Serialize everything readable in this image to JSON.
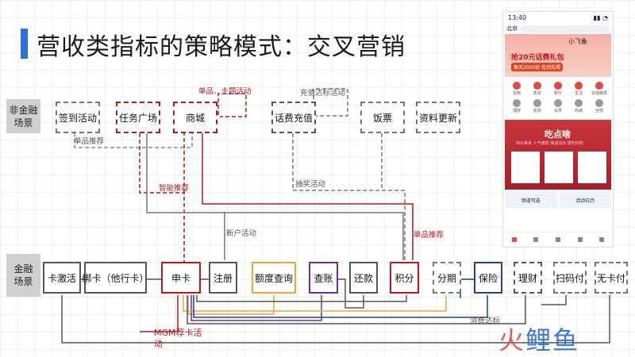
{
  "title": "营收类指标的策略模式：交叉营销",
  "side_labels": {
    "non_finance": "非金融\n场景",
    "finance": "金融\n场景"
  },
  "top_nodes": {
    "sign_in": "签到活动",
    "task_square": "任务广场",
    "mall": "商城",
    "phone_recharge": "话费充值",
    "movie_ticket": "饭票",
    "profile_update": "资料更新"
  },
  "bottom_nodes": {
    "activate": "卡激活",
    "bind_card": "绑卡（他行卡）",
    "apply_card": "申卡",
    "register": "注册",
    "quota_query": "额度查询",
    "bill_check": "查账",
    "repay": "还款",
    "points": "积分",
    "installment": "分期",
    "insurance": "保险",
    "wealth": "理财",
    "scan_pay": "扫码付",
    "cardless_pay": "无卡付"
  },
  "connector_labels": {
    "single_hot": "单品、主题活动",
    "recharge_reward": "充值达标活动",
    "single_recommend_top": "单品推荐",
    "smart_recommend": "智能推荐",
    "lottery": "抽奖活动",
    "new_user": "新户活动",
    "single_recommend_right": "单品推荐",
    "consume_reward": "消费达标",
    "mgm": "MGM荐卡活动"
  },
  "phone": {
    "time": "13:40",
    "city": "北京",
    "banner_text": "抢20元话费礼包",
    "banner_sub": "每天2000份 先到先得",
    "banner_brand": "小飞象",
    "food_title": "吃点啥",
    "food_sub": "特价美食 人气爆款 满减活动 限时抢购",
    "card1": "频道可选",
    "card2": "活动日历",
    "icons": [
      "信用",
      "影票",
      "积分",
      "生活",
      "充值缴费",
      "理财",
      "影票",
      "会员",
      "商城",
      "全部"
    ]
  },
  "watermark": {
    "part1": "火",
    "part2": "鲤鱼"
  }
}
